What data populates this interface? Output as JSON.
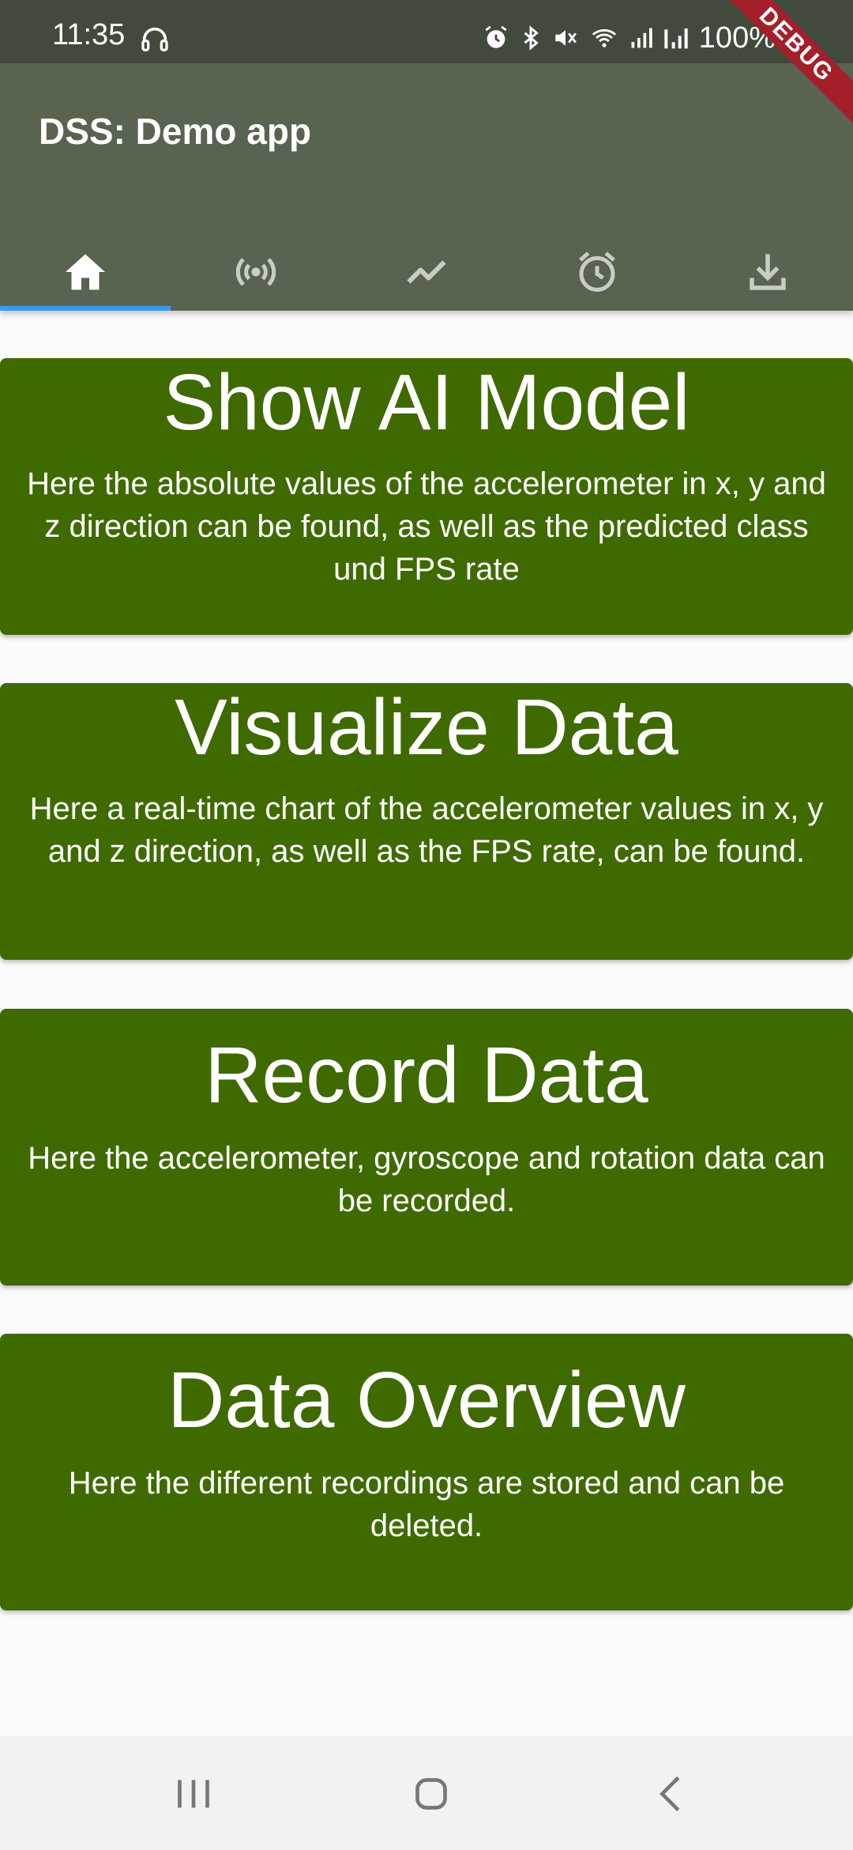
{
  "status_bar": {
    "time": "11:35",
    "battery": "100%",
    "icons": [
      "headphones-icon",
      "alarm-icon",
      "bluetooth-icon",
      "mute-icon",
      "wifi-icon",
      "signal-icon",
      "signal-lte-icon",
      "battery-icon"
    ]
  },
  "debug_banner": "DEBUG",
  "app_bar": {
    "title": "DSS: Demo app",
    "tabs": [
      {
        "icon": "home-icon",
        "selected": true
      },
      {
        "icon": "broadcast-icon",
        "selected": false
      },
      {
        "icon": "trend-line-icon",
        "selected": false
      },
      {
        "icon": "alarm-clock-icon",
        "selected": false
      },
      {
        "icon": "download-icon",
        "selected": false
      }
    ]
  },
  "cards": [
    {
      "title": "Show AI Model",
      "description": "Here the absolute values of the accelerometer in x, y and z direction can be found, as well as the predicted class und FPS rate"
    },
    {
      "title": "Visualize Data",
      "description": "Here a real-time chart of the accelerometer values in x, y and z direction, as well as the FPS rate, can be found."
    },
    {
      "title": "Record Data",
      "description": "Here the accelerometer, gyroscope and rotation data can be recorded."
    },
    {
      "title": "Data Overview",
      "description": "Here the different recordings are stored and can be deleted."
    }
  ],
  "nav_bar": {
    "buttons": [
      "recents-icon",
      "home-circle-icon",
      "back-icon"
    ]
  },
  "colors": {
    "status_bar": "#414a3c",
    "app_bar": "#586350",
    "card": "#3f6a00",
    "tab_indicator": "#3f97f0",
    "background": "#fafafa",
    "debug_banner": "#a3202b"
  }
}
